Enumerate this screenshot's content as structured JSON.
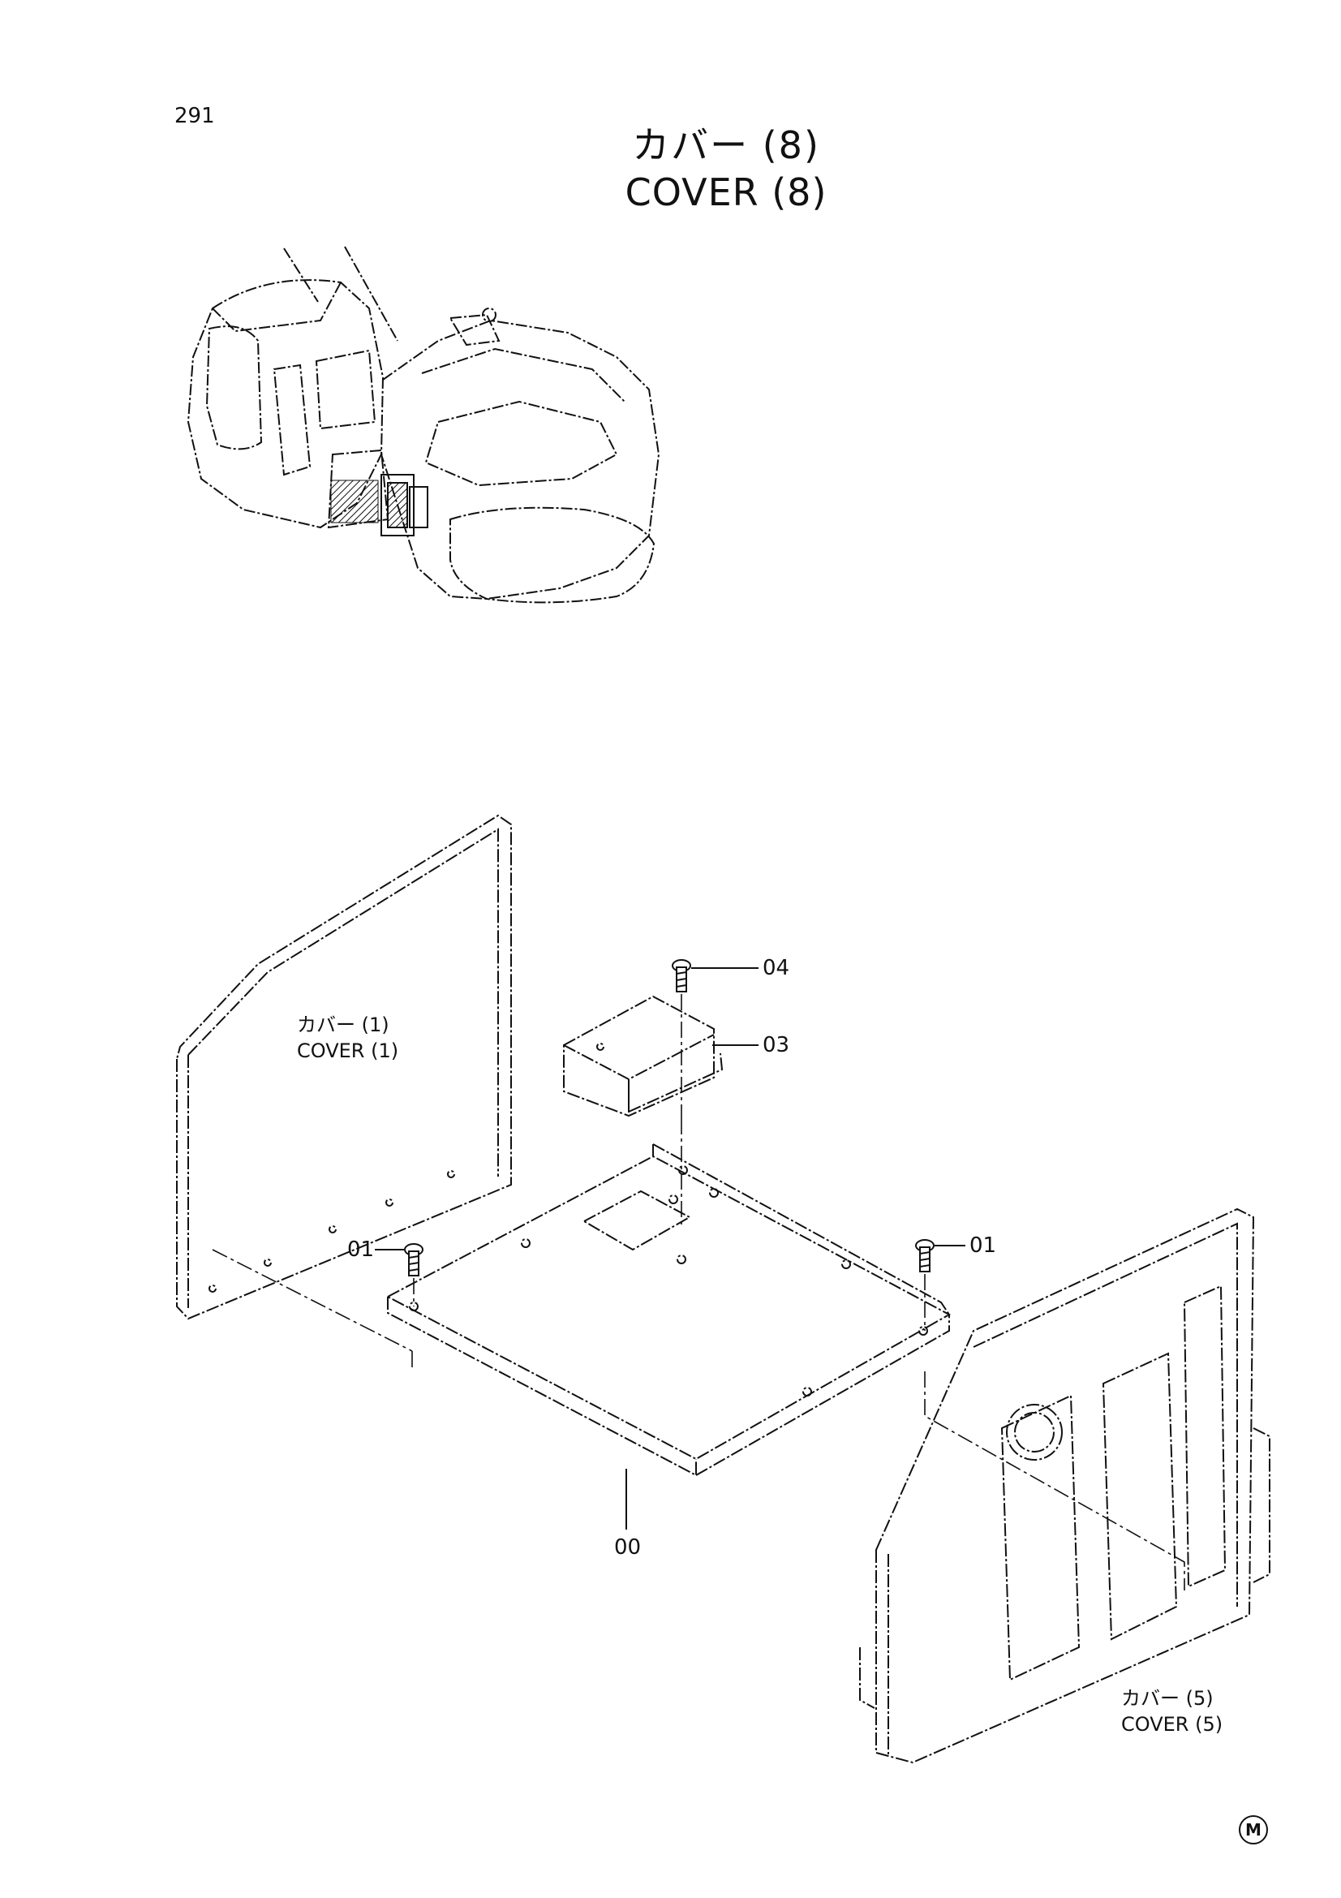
{
  "page": {
    "number": "291",
    "title_ja": "カバー (8)",
    "title_en": "COVER (8)",
    "mark": "M"
  },
  "callouts": {
    "part_00": "00",
    "part_01_left": "01",
    "part_01_right": "01",
    "part_03": "03",
    "part_04": "04"
  },
  "references": {
    "cover_1": {
      "ja": "カバー (1)",
      "en": "COVER (1)"
    },
    "cover_5": {
      "ja": "カバー (5)",
      "en": "COVER (5)"
    }
  }
}
